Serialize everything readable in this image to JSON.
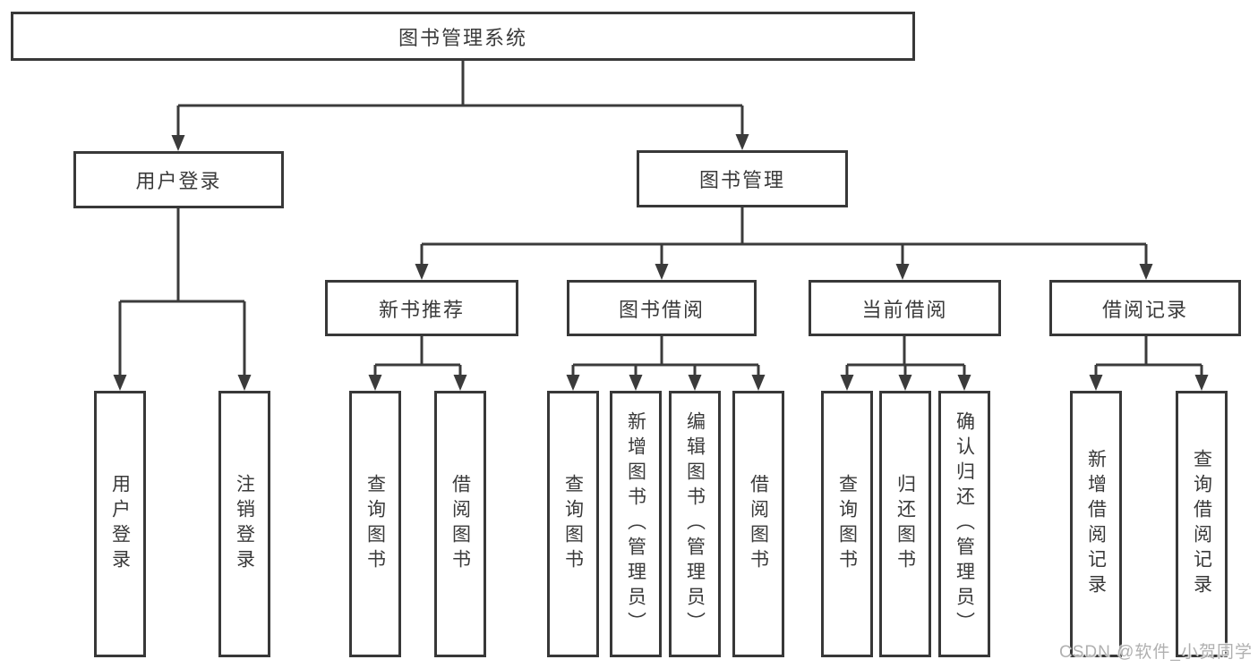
{
  "diagram_type": "hierarchy-tree",
  "tree": {
    "root": "图书管理系统",
    "children": [
      {
        "label": "用户登录",
        "children": [
          "用户登录",
          "注销登录"
        ]
      },
      {
        "label": "图书管理",
        "children": [
          {
            "label": "新书推荐",
            "children": [
              "查询图书",
              "借阅图书"
            ]
          },
          {
            "label": "图书借阅",
            "children": [
              "查询图书",
              "新增图书（管理员）",
              "编辑图书（管理员）",
              "借阅图书"
            ]
          },
          {
            "label": "当前借阅",
            "children": [
              "查询图书",
              "归还图书",
              "确认归还（管理员）"
            ]
          },
          {
            "label": "借阅记录",
            "children": [
              "新增借阅记录",
              "查询借阅记录"
            ]
          }
        ]
      }
    ]
  },
  "watermark": "CSDN @软件_小贺同学",
  "colors": {
    "line": "#3b3b3b",
    "box_border": "#383838",
    "text": "#3a3a3a",
    "watermark": "#b0b0b0",
    "background": "#ffffff"
  }
}
